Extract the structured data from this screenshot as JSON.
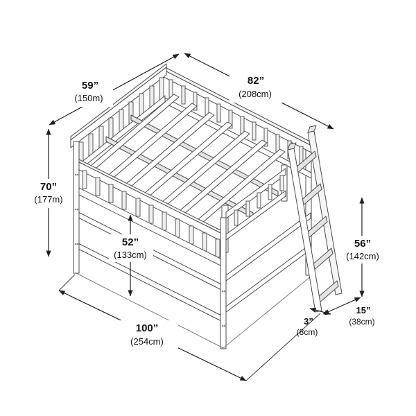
{
  "dimensions": {
    "width": {
      "inches": "59”",
      "metric": "(150m)"
    },
    "length": {
      "inches": "82”",
      "metric": "(208cm)"
    },
    "height": {
      "inches": "70”",
      "metric": "(177m)"
    },
    "under_clearance": {
      "inches": "52”",
      "metric": "(133cm)"
    },
    "ladder_height": {
      "inches": "56”",
      "metric": "(142cm)"
    },
    "footprint_length": {
      "inches": "100”",
      "metric": "(254cm)"
    },
    "ladder_foot_depth": {
      "inches": "3”",
      "metric": "(8cm)"
    },
    "ladder_overhang": {
      "inches": "15”",
      "metric": "(38cm)"
    }
  },
  "colors": {
    "line": "#4a4a4a",
    "dimension": "#1f1f1f",
    "fill_light": "#f5f5f5",
    "fill_shade": "#e4e4e4",
    "background": "#ffffff"
  }
}
